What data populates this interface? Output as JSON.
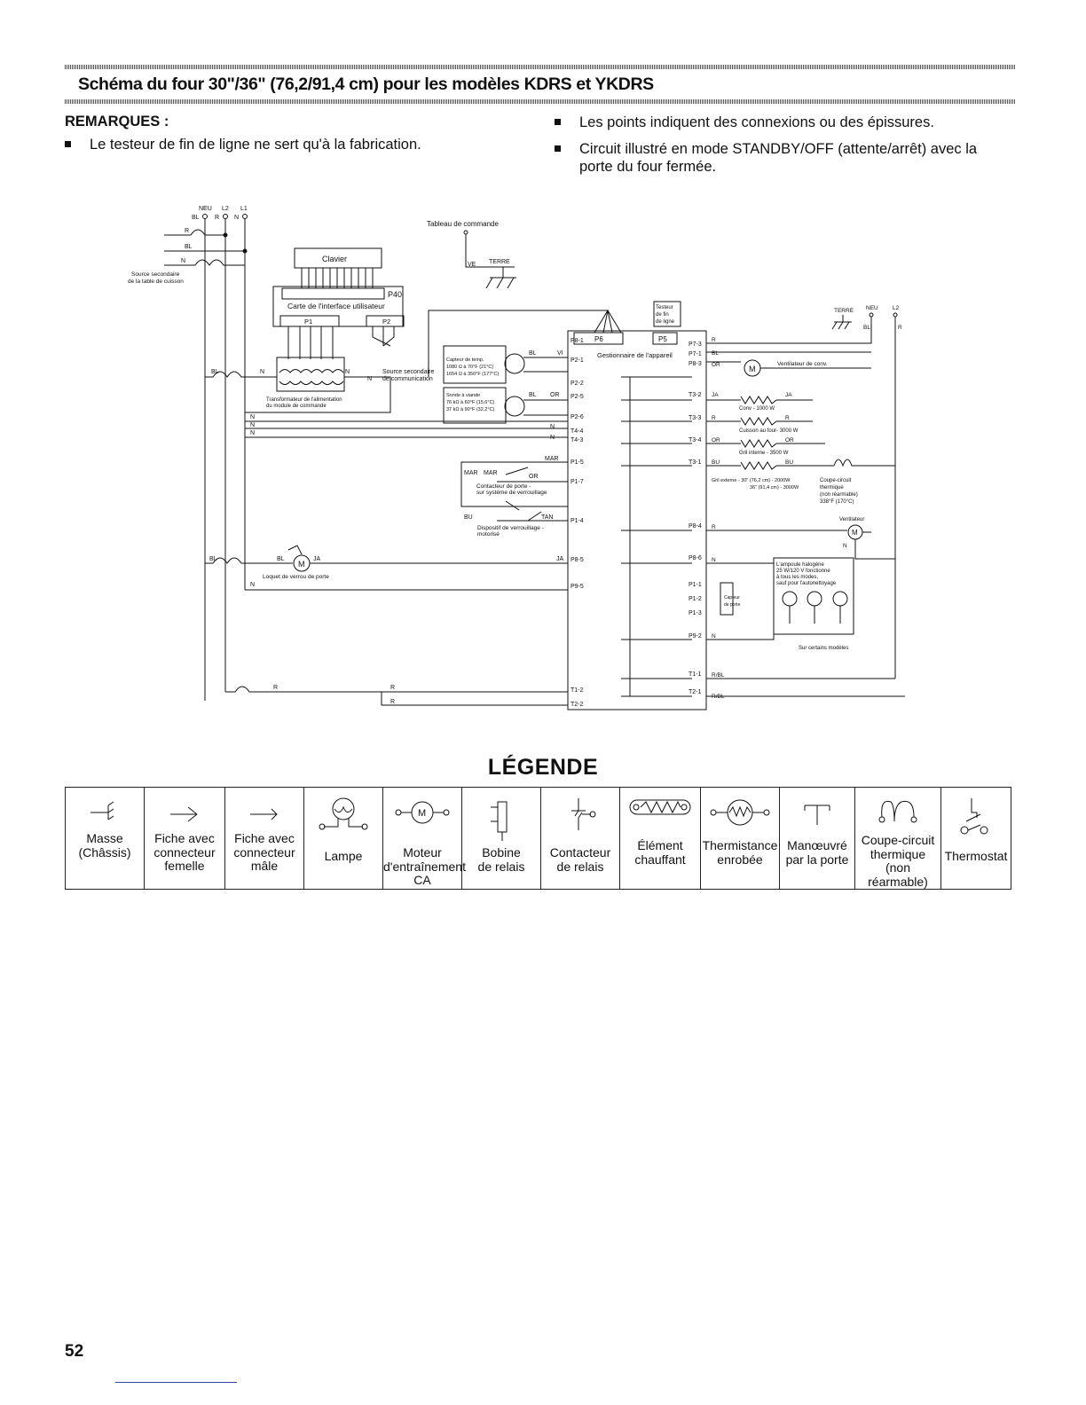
{
  "title": "Schéma du four 30\"/36\" (76,2/91,4 cm) pour les modèles KDRS et YKDRS",
  "remarks": {
    "heading": "REMARQUES :",
    "items": [
      "Le testeur de fin de ligne ne sert qu'à la fabrication.",
      "Les points indiquent des connexions ou des épissures.",
      "Circuit illustré en mode STANDBY/OFF (attente/arrêt) avec la",
      "porte du four fermée."
    ]
  },
  "diagram": {
    "supply": {
      "neu": "NEU",
      "l2": "L2",
      "l1": "L1",
      "bl": "BL",
      "r": "R",
      "n": "N"
    },
    "secondary_source": [
      "Source secondaire",
      "de la table de cuisson"
    ],
    "keypad": "Clavier",
    "p40": "P40",
    "ui_board": "Carte de l'interface utilisateur",
    "p1": "P1",
    "p2": "P2",
    "control_panel": "Tableau de commande",
    "ve": "VE",
    "terre": "TERRE",
    "transformer": [
      "Transformateur de l'alimentation",
      "du module de commande"
    ],
    "comm_source": [
      "Source secondaire",
      "de communication"
    ],
    "temp_sensor": [
      "Capteur de temp.",
      "1080 Ω à 70°F (21°C)",
      "1654 Ω à 350°F (177°C)"
    ],
    "meat_probe": [
      "Sonde à viande",
      "76 kΩ à 60°F (15,6°C)",
      "37 kΩ à 90°F (32,2°C)"
    ],
    "line_tester": [
      "Testeur",
      "de fin",
      "de ligne"
    ],
    "p6": "P6",
    "p5": "P5",
    "appliance_manager": "Gestionnaire de l'appareil",
    "connector_pins": [
      "P8-1",
      "P2-1",
      "P2-2",
      "P2-5",
      "P2-6",
      "T4-4",
      "T4-3",
      "P1-5",
      "P1-7",
      "P1-4",
      "P8-5",
      "P9-5",
      "T1-2",
      "T2-2"
    ],
    "right_pins": [
      "P7-3",
      "P7-1",
      "P8-3",
      "T3-2",
      "T3-3",
      "T3-4",
      "T3-1",
      "P8-4",
      "P8-6",
      "P1-1",
      "P1-2",
      "P1-3",
      "P9-2",
      "T1-1",
      "T2-1"
    ],
    "door_contactor": [
      "Contacteur de porte -",
      "sur système de verrouillage"
    ],
    "lock_motor": [
      "Dispositif de verrouillage -",
      "motorisé"
    ],
    "door_latch": "Loquet de verrou de porte",
    "conv_fan": "Ventilateur de conv.",
    "conv_element": "Conv - 1000 W",
    "bake_element": "Cuisson au four- 3000 W",
    "inner_broil": "Gril interne - 3500 W",
    "outer_broil": [
      "Gril externe - 30\" (76,2 cm) - 2000W",
      "36\" (91,4 cm) - 3000W"
    ],
    "thermal_cutoff": [
      "Coupe-circuit",
      "thermique",
      "(non réarmable)",
      "338°F (170°C)"
    ],
    "fan": "Ventilateur",
    "halogen": [
      "L'ampoule halogène",
      "25 W/120 V fonctionne",
      "à tous les modes,",
      "sauf pour l'autonettoyage"
    ],
    "door_switch": [
      "Capteur",
      "de porte"
    ],
    "some_models": "Sur certains modèles",
    "wires": {
      "neu": "NEU",
      "l2": "L2",
      "terre": "TERRE",
      "rbl": "R/BL",
      "mar": "MAR",
      "tan": "TAN",
      "bu": "BU",
      "or": "OR",
      "ja": "JA",
      "vi": "VI"
    }
  },
  "legend": {
    "title": "LÉGENDE",
    "items": [
      {
        "icon": "ground-icon",
        "label": [
          "Masse",
          "(Châssis)"
        ]
      },
      {
        "icon": "female-connector-icon",
        "label": [
          "Fiche avec",
          "connecteur",
          "femelle"
        ]
      },
      {
        "icon": "male-connector-icon",
        "label": [
          "Fiche avec",
          "connecteur",
          "mâle"
        ]
      },
      {
        "icon": "lamp-icon",
        "label": [
          "Lampe"
        ]
      },
      {
        "icon": "motor-icon",
        "label": [
          "Moteur",
          "d'entraînement",
          "CA"
        ]
      },
      {
        "icon": "relay-coil-icon",
        "label": [
          "Bobine",
          "de relais"
        ]
      },
      {
        "icon": "relay-contact-icon",
        "label": [
          "Contacteur",
          "de relais"
        ]
      },
      {
        "icon": "heating-element-icon",
        "label": [
          "Élément",
          "chauffant"
        ]
      },
      {
        "icon": "thermistor-icon",
        "label": [
          "Thermistance",
          "enrobée"
        ]
      },
      {
        "icon": "door-switch-icon",
        "label": [
          "Manœuvré",
          "par la porte"
        ]
      },
      {
        "icon": "thermal-cutoff-icon",
        "label": [
          "Coupe-circuit",
          "thermique",
          "(non réarmable)"
        ]
      },
      {
        "icon": "thermostat-icon",
        "label": [
          "Thermostat"
        ]
      }
    ]
  },
  "page_number": "52"
}
